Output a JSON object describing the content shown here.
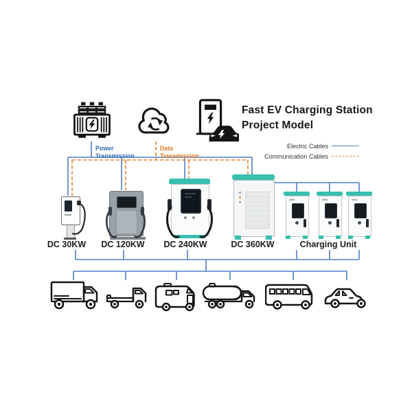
{
  "title": {
    "line1": "Fast EV Charging Station",
    "line2": "Project Model"
  },
  "transmission_labels": {
    "power": {
      "line1": "Power",
      "line2": "Transmission",
      "color": "#2e6cad"
    },
    "data": {
      "line1": "Data",
      "line2": "Transmission",
      "color": "#e0782a"
    }
  },
  "legend": {
    "electric": {
      "label": "Electric Cables",
      "line_style": "solid",
      "color": "#4f7ec5"
    },
    "communication": {
      "label": "Communication Cables",
      "line_style": "dashed",
      "color": "#e8822e"
    }
  },
  "source_icons": [
    {
      "name": "transformer-icon"
    },
    {
      "name": "cloud-sync-icon"
    },
    {
      "name": "ev-charging-car-icon"
    }
  ],
  "stations": [
    {
      "label": "DC 30KW"
    },
    {
      "label": "DC 120KW"
    },
    {
      "label": "DC 240KW"
    },
    {
      "label": "DC 360KW"
    },
    {
      "label": "Charging Unit",
      "visible_units": 3
    }
  ],
  "vehicles": [
    {
      "name": "box-truck-icon"
    },
    {
      "name": "flatbed-truck-icon"
    },
    {
      "name": "rv-camper-icon"
    },
    {
      "name": "tanker-truck-icon"
    },
    {
      "name": "bus-icon"
    },
    {
      "name": "car-icon"
    }
  ],
  "colors": {
    "electric_cable": "#4f7ec5",
    "communication_cable": "#e8822e",
    "charger_accent_teal": "#38bfb0",
    "line_art": "#141414"
  }
}
